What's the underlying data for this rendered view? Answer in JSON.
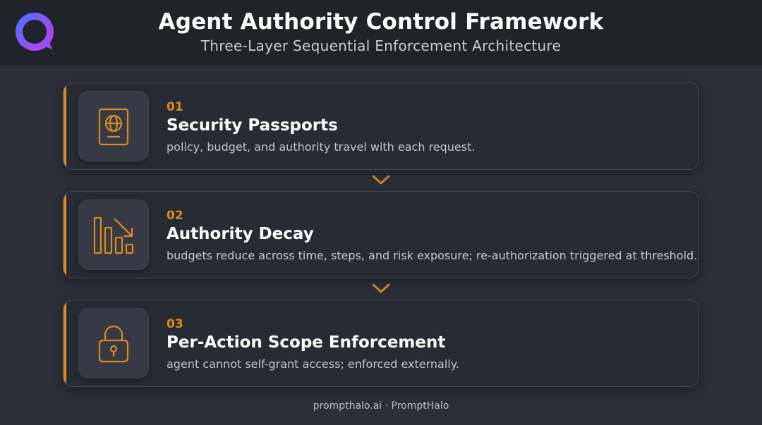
{
  "header": {
    "title": "Agent Authority Control Framework",
    "subtitle": "Three-Layer Sequential Enforcement Architecture",
    "logo_icon": "ring-logo-icon"
  },
  "colors": {
    "accent": "#e08a1e",
    "background": "#2a2f38",
    "header_background": "#1f232a",
    "card_background": "#272b33",
    "logo_gradient": [
      "#4f6dff",
      "#c23cf0"
    ]
  },
  "layers": [
    {
      "number": "01",
      "title": "Security Passports",
      "description": "policy, budget, and authority travel with each request.",
      "icon": "passport-icon"
    },
    {
      "number": "02",
      "title": "Authority Decay",
      "description": "budgets reduce across time, steps, and risk exposure; re-authorization triggered at threshold.",
      "icon": "decay-chart-icon"
    },
    {
      "number": "03",
      "title": "Per-Action Scope Enforcement",
      "description": "agent cannot self-grant access; enforced externally.",
      "icon": "padlock-icon"
    }
  ],
  "connector_icon": "chevron-down-icon",
  "footer": {
    "text": "prompthalo.ai · PromptHalo"
  }
}
